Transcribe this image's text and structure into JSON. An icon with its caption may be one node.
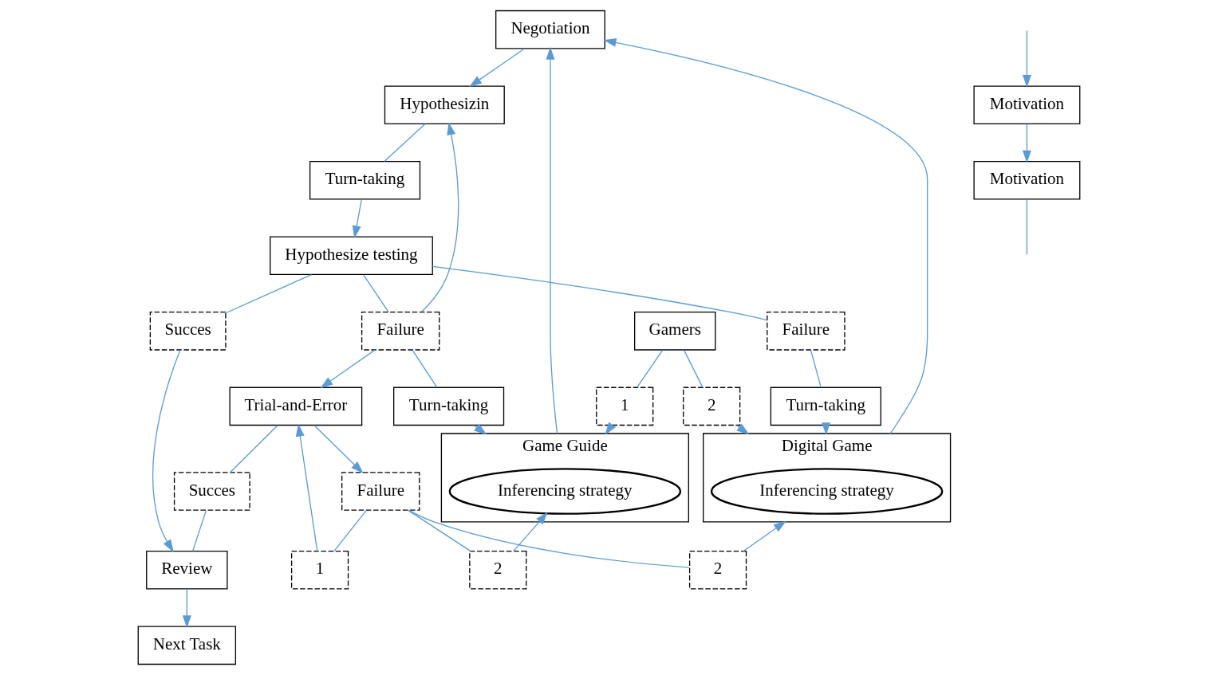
{
  "diagram": {
    "nodes": [
      {
        "text": [
          "Gamers"
        ]
      },
      {
        "text": [
          "1"
        ]
      },
      {
        "text": [
          "2"
        ]
      },
      {
        "text": [
          "Game Guide"
        ]
      },
      {
        "text": [
          "Inferencing strategy"
        ],
        "in": 3
      },
      {
        "text": [
          "Digital Game"
        ]
      },
      {
        "text": [
          "Inferencing strategy"
        ],
        "in": 5
      },
      {
        "text": [
          "Negotiation"
        ]
      },
      {
        "text": [
          "Hypothesizin"
        ]
      },
      {
        "text": [
          "Turn-taking"
        ]
      },
      {
        "text": [
          "Turn-taking"
        ]
      },
      {
        "text": [
          "Turn-taking"
        ]
      },
      {
        "text": [
          "2"
        ]
      },
      {
        "text": [
          "2"
        ]
      },
      {
        "text": [
          "Failure"
        ]
      },
      {
        "text": [
          "1"
        ]
      },
      {
        "text": [
          "Trial-and-Error"
        ]
      },
      {
        "text": [
          "Failure"
        ]
      },
      {
        "text": [
          "Hypothesize testing"
        ]
      },
      {
        "text": [
          "Failure"
        ]
      },
      {
        "text": [
          "Succes"
        ]
      },
      {
        "text": [
          "Succes"
        ]
      },
      {
        "text": [
          "Review"
        ]
      },
      {
        "text": [
          "Next Task"
        ]
      },
      {
        "text": [
          "Motivation"
        ]
      },
      {
        "text": [
          "Motivation"
        ]
      }
    ],
    "edges": [
      {
        "from": 0,
        "to": 1,
        "arrow": "none"
      },
      {
        "from": 1,
        "to": 3,
        "arrow": "to"
      },
      {
        "from": 0,
        "to": 2,
        "arrow": "none"
      },
      {
        "from": 2,
        "to": 5,
        "arrow": "to"
      },
      {
        "from": 3,
        "to": 7,
        "arrow": "to"
      },
      {
        "from": 5,
        "to": 7,
        "arrow": "to"
      },
      {
        "from": 7,
        "to": 8,
        "arrow": "to"
      },
      {
        "from": 8,
        "to": 10,
        "arrow": "none"
      },
      {
        "from": 10,
        "to": 18,
        "arrow": "to"
      },
      {
        "from": 18,
        "to": 17,
        "arrow": "none"
      },
      {
        "from": 17,
        "to": 8,
        "arrow": "to"
      },
      {
        "from": 17,
        "to": 9,
        "arrow": "none"
      },
      {
        "from": 9,
        "to": 3,
        "arrow": "to"
      },
      {
        "from": 17,
        "to": 16,
        "arrow": "to"
      },
      {
        "from": 18,
        "to": 19,
        "arrow": "none"
      },
      {
        "from": 19,
        "to": 11,
        "arrow": "none"
      },
      {
        "from": 11,
        "to": 5,
        "arrow": "to"
      },
      {
        "from": 18,
        "to": 20,
        "arrow": "none"
      },
      {
        "from": 20,
        "to": 22,
        "arrow": "to"
      },
      {
        "from": 22,
        "to": 23,
        "arrow": "to"
      },
      {
        "from": 16,
        "to": 14,
        "arrow": "to"
      },
      {
        "from": 16,
        "to": 21,
        "arrow": "none"
      },
      {
        "from": 21,
        "to": 22,
        "arrow": "none"
      },
      {
        "from": 14,
        "to": 15,
        "arrow": "none"
      },
      {
        "from": 15,
        "to": 16,
        "arrow": "to"
      },
      {
        "from": 14,
        "to": 13,
        "arrow": "none"
      },
      {
        "from": 13,
        "to": 4,
        "arrow": "to"
      },
      {
        "from": 14,
        "to": 12,
        "arrow": "none"
      },
      {
        "from": 12,
        "to": 5,
        "arrow": "to"
      },
      {
        "from": null,
        "to": 24,
        "arrow": "to"
      },
      {
        "from": 24,
        "to": 25,
        "arrow": "to"
      },
      {
        "from": 25,
        "to": null,
        "arrow": "none"
      }
    ]
  }
}
